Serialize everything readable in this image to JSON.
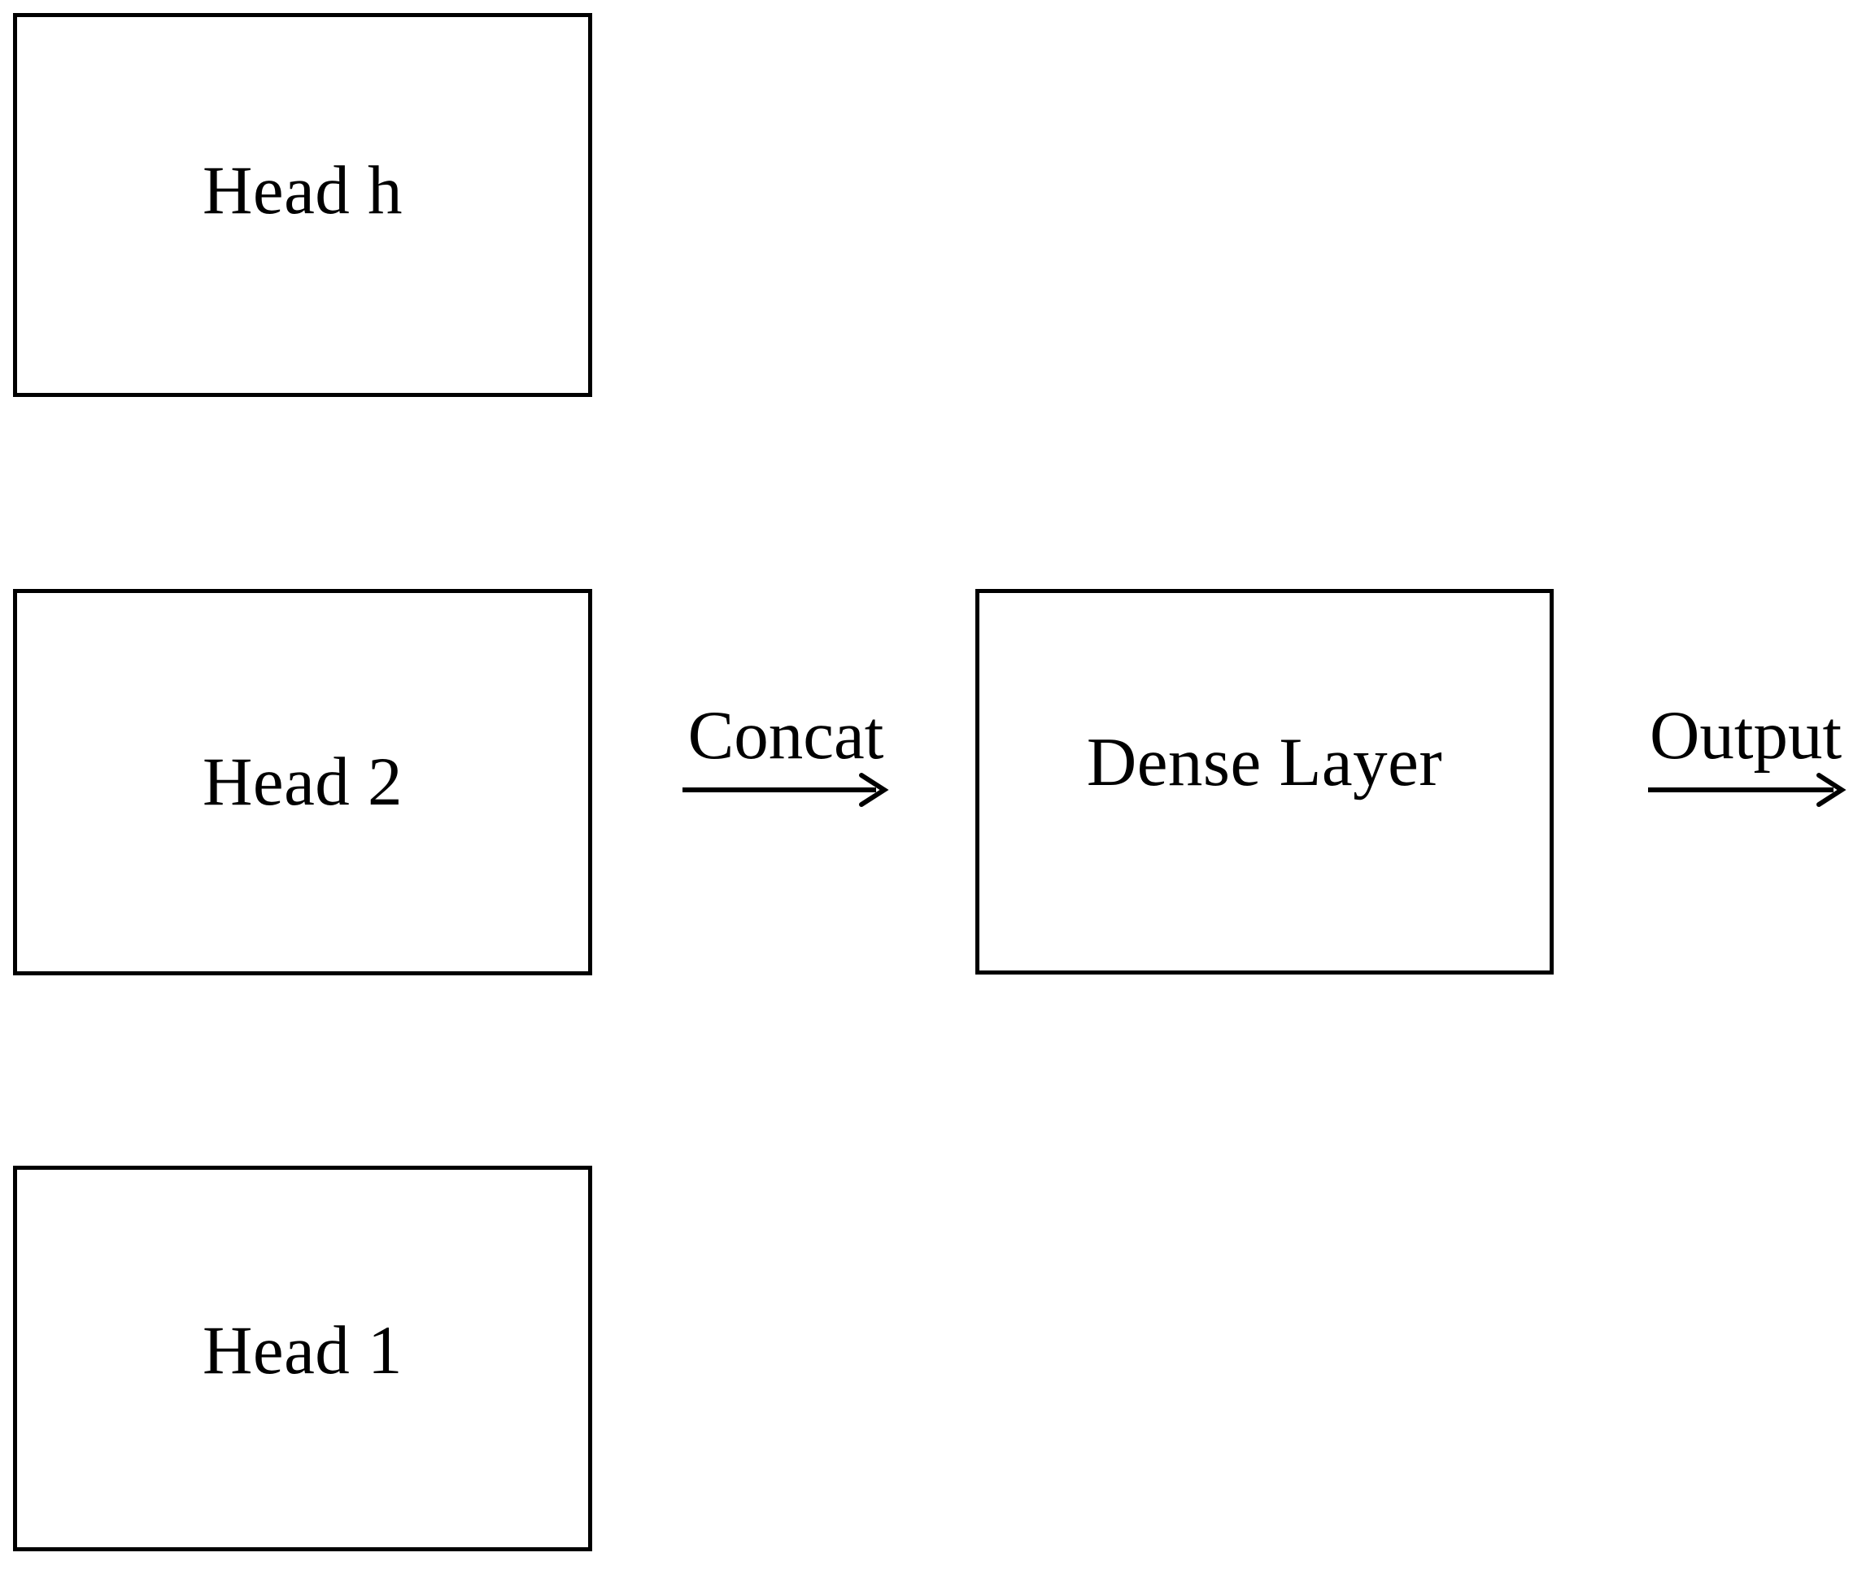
{
  "figure": {
    "title": "Multi-head attention heads concatenated into a dense layer",
    "background_color": "#ffffff",
    "stroke_color": "#000000",
    "text_color": "#000000"
  },
  "nodes": [
    {
      "id": "head-h",
      "label": "Head h",
      "shape": "rectangle"
    },
    {
      "id": "head-2",
      "label": "Head 2",
      "shape": "rectangle"
    },
    {
      "id": "head-1",
      "label": "Head 1",
      "shape": "rectangle"
    },
    {
      "id": "dense-layer",
      "label": "Dense Layer",
      "shape": "rectangle"
    }
  ],
  "edges": [
    {
      "id": "concat",
      "label": "Concat",
      "from": "heads",
      "to": "dense-layer",
      "direction": "right",
      "marker": "arrow-right-icon"
    },
    {
      "id": "output",
      "label": "Output",
      "from": "dense-layer",
      "to": "",
      "direction": "right",
      "marker": "arrow-right-icon"
    }
  ]
}
